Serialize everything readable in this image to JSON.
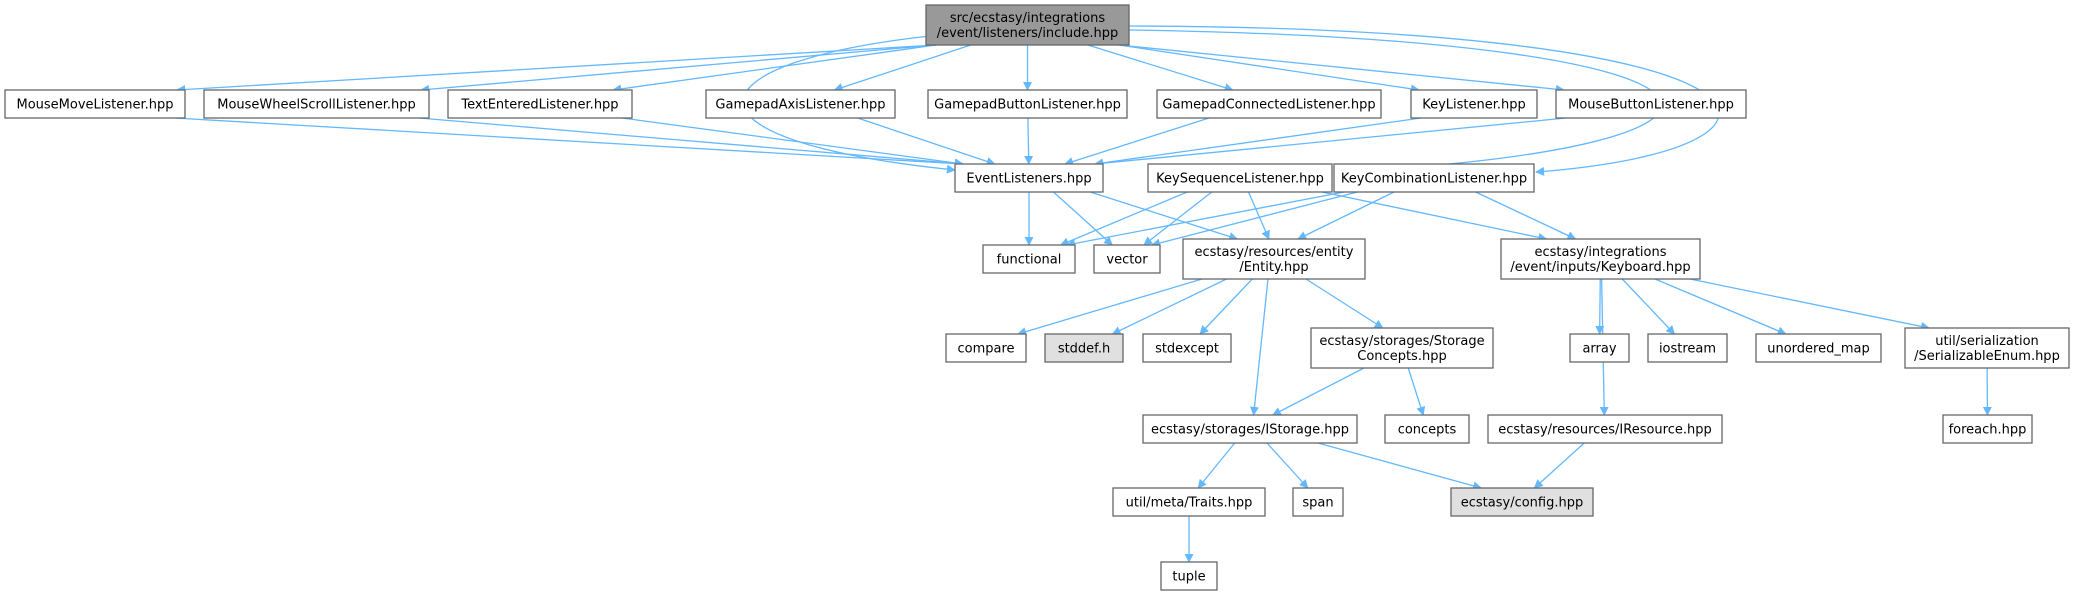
{
  "colors": {
    "edge": "#63b8ff",
    "node_fill": "#ffffff",
    "root_fill": "#999999",
    "system_fill": "#e0e0e0",
    "node_border": "#666666"
  },
  "nodes": [
    {
      "id": "root",
      "lines": [
        "src/ecstasy/integrations",
        "/event/listeners/include.hpp"
      ],
      "style": "root"
    },
    {
      "id": "mousemove",
      "lines": [
        "MouseMoveListener.hpp"
      ]
    },
    {
      "id": "mousewheel",
      "lines": [
        "MouseWheelScrollListener.hpp"
      ]
    },
    {
      "id": "textentered",
      "lines": [
        "TextEnteredListener.hpp"
      ]
    },
    {
      "id": "gamepadaxis",
      "lines": [
        "GamepadAxisListener.hpp"
      ]
    },
    {
      "id": "gamepadbutton",
      "lines": [
        "GamepadButtonListener.hpp"
      ]
    },
    {
      "id": "gamepadconnected",
      "lines": [
        "GamepadConnectedListener.hpp"
      ]
    },
    {
      "id": "key",
      "lines": [
        "KeyListener.hpp"
      ]
    },
    {
      "id": "mousebutton",
      "lines": [
        "MouseButtonListener.hpp"
      ]
    },
    {
      "id": "eventlisteners",
      "lines": [
        "EventListeners.hpp"
      ]
    },
    {
      "id": "keysequence",
      "lines": [
        "KeySequenceListener.hpp"
      ]
    },
    {
      "id": "keycombination",
      "lines": [
        "KeyCombinationListener.hpp"
      ]
    },
    {
      "id": "functional",
      "lines": [
        "functional"
      ]
    },
    {
      "id": "vector",
      "lines": [
        "vector"
      ]
    },
    {
      "id": "entity",
      "lines": [
        "ecstasy/resources/entity",
        "/Entity.hpp"
      ]
    },
    {
      "id": "keyboard",
      "lines": [
        "ecstasy/integrations",
        "/event/inputs/Keyboard.hpp"
      ]
    },
    {
      "id": "compare",
      "lines": [
        "compare"
      ]
    },
    {
      "id": "stddef",
      "lines": [
        "stddef.h"
      ],
      "style": "system"
    },
    {
      "id": "stdexcept",
      "lines": [
        "stdexcept"
      ]
    },
    {
      "id": "storageconcepts",
      "lines": [
        "ecstasy/storages/Storage",
        "Concepts.hpp"
      ]
    },
    {
      "id": "array",
      "lines": [
        "array"
      ]
    },
    {
      "id": "iostream",
      "lines": [
        "iostream"
      ]
    },
    {
      "id": "unordered_map",
      "lines": [
        "unordered_map"
      ]
    },
    {
      "id": "serializableenum",
      "lines": [
        "util/serialization",
        "/SerializableEnum.hpp"
      ]
    },
    {
      "id": "istorage",
      "lines": [
        "ecstasy/storages/IStorage.hpp"
      ]
    },
    {
      "id": "concepts",
      "lines": [
        "concepts"
      ]
    },
    {
      "id": "iresource",
      "lines": [
        "ecstasy/resources/IResource.hpp"
      ]
    },
    {
      "id": "foreach",
      "lines": [
        "foreach.hpp"
      ]
    },
    {
      "id": "traits",
      "lines": [
        "util/meta/Traits.hpp"
      ]
    },
    {
      "id": "span",
      "lines": [
        "span"
      ]
    },
    {
      "id": "config",
      "lines": [
        "ecstasy/config.hpp"
      ],
      "style": "system"
    },
    {
      "id": "tuple",
      "lines": [
        "tuple"
      ]
    }
  ],
  "edges": [
    [
      "root",
      "mousemove"
    ],
    [
      "root",
      "mousewheel"
    ],
    [
      "root",
      "textentered"
    ],
    [
      "root",
      "gamepadaxis"
    ],
    [
      "root",
      "gamepadbutton"
    ],
    [
      "root",
      "gamepadconnected"
    ],
    [
      "root",
      "key"
    ],
    [
      "root",
      "mousebutton"
    ],
    [
      "root",
      "eventlisteners"
    ],
    [
      "root",
      "keysequence"
    ],
    [
      "root",
      "keycombination"
    ],
    [
      "mousemove",
      "eventlisteners"
    ],
    [
      "mousewheel",
      "eventlisteners"
    ],
    [
      "textentered",
      "eventlisteners"
    ],
    [
      "gamepadaxis",
      "eventlisteners"
    ],
    [
      "gamepadbutton",
      "eventlisteners"
    ],
    [
      "gamepadconnected",
      "eventlisteners"
    ],
    [
      "key",
      "eventlisteners"
    ],
    [
      "mousebutton",
      "eventlisteners"
    ],
    [
      "eventlisteners",
      "functional"
    ],
    [
      "eventlisteners",
      "vector"
    ],
    [
      "eventlisteners",
      "entity"
    ],
    [
      "keysequence",
      "functional"
    ],
    [
      "keysequence",
      "vector"
    ],
    [
      "keysequence",
      "entity"
    ],
    [
      "keysequence",
      "keyboard"
    ],
    [
      "keycombination",
      "functional"
    ],
    [
      "keycombination",
      "vector"
    ],
    [
      "keycombination",
      "entity"
    ],
    [
      "keycombination",
      "keyboard"
    ],
    [
      "entity",
      "compare"
    ],
    [
      "entity",
      "stddef"
    ],
    [
      "entity",
      "stdexcept"
    ],
    [
      "entity",
      "storageconcepts"
    ],
    [
      "entity",
      "istorage"
    ],
    [
      "storageconcepts",
      "istorage"
    ],
    [
      "storageconcepts",
      "concepts"
    ],
    [
      "keyboard",
      "array"
    ],
    [
      "keyboard",
      "iostream"
    ],
    [
      "keyboard",
      "unordered_map"
    ],
    [
      "keyboard",
      "serializableenum"
    ],
    [
      "keyboard",
      "iresource"
    ],
    [
      "serializableenum",
      "foreach"
    ],
    [
      "istorage",
      "traits"
    ],
    [
      "istorage",
      "span"
    ],
    [
      "istorage",
      "config"
    ],
    [
      "iresource",
      "config"
    ],
    [
      "traits",
      "tuple"
    ]
  ]
}
